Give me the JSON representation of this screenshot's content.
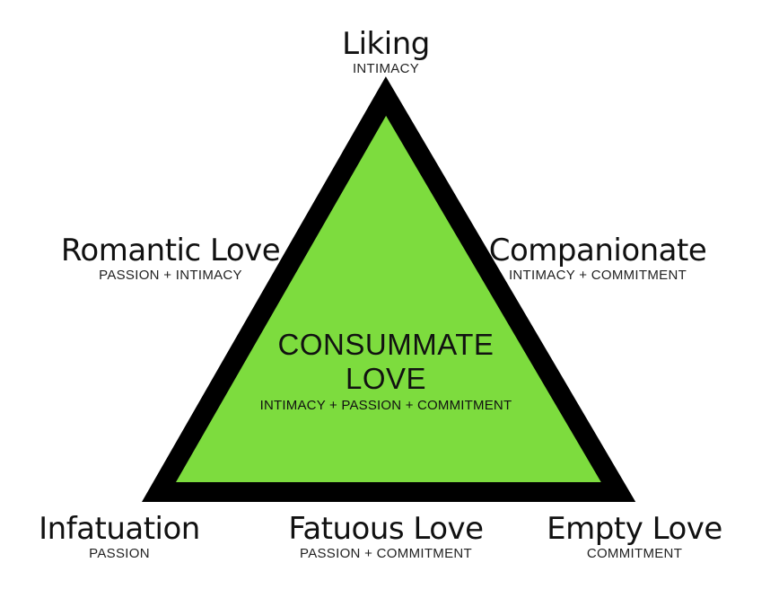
{
  "colors": {
    "triangle_fill": "#7ddc3e",
    "triangle_stroke": "#000000",
    "text": "#111111"
  },
  "diagram": {
    "top": {
      "title": "Liking",
      "subtitle": "INTIMACY"
    },
    "upper_left": {
      "title": "Romantic Love",
      "subtitle": "PASSION + INTIMACY"
    },
    "upper_right": {
      "title": "Companionate",
      "subtitle": "INTIMACY + COMMITMENT"
    },
    "center": {
      "line1": "CONSUMMATE",
      "line2": "LOVE",
      "subtitle": "INTIMACY + PASSION + COMMITMENT"
    },
    "bottom_left": {
      "title": "Infatuation",
      "subtitle": "PASSION"
    },
    "bottom_center": {
      "title": "Fatuous Love",
      "subtitle": "PASSION + COMMITMENT"
    },
    "bottom_right": {
      "title": "Empty Love",
      "subtitle": "COMMITMENT"
    }
  }
}
